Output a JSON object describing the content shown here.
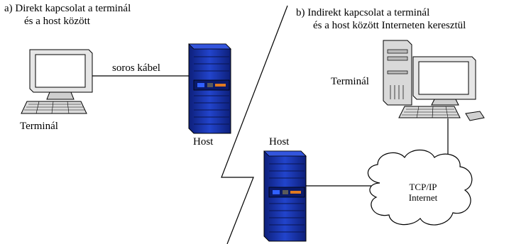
{
  "panel_a": {
    "title_line1": "a) Direkt kapcsolat a terminál",
    "title_line2": "és a host között",
    "cable_label": "soros kábel",
    "terminal_label": "Terminál",
    "host_label": "Host"
  },
  "panel_b": {
    "title_line1": "b) Indirekt kapcsolat a terminál",
    "title_line2": "és a host között Interneten keresztül",
    "terminal_label": "Terminál",
    "host_label": "Host",
    "cloud_line1": "TCP/IP",
    "cloud_line2": "Internet"
  },
  "colors": {
    "server_blue": "#1f3fbf",
    "server_dark": "#0d1f7a",
    "monitor_screen": "#ffffff",
    "case_grey": "#d9d9d9"
  }
}
